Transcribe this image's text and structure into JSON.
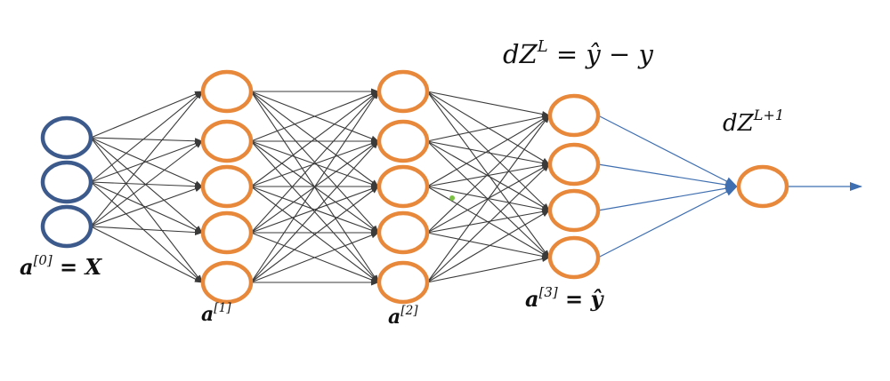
{
  "colors": {
    "input_node": "#3d5a8c",
    "hidden_node": "#e8883a",
    "edge": "#3a3a3a",
    "output_edge": "#3f6fb0",
    "marker": "#7ac043"
  },
  "layers": [
    {
      "name": "input",
      "nodes": 3
    },
    {
      "name": "hidden-1",
      "nodes": 5
    },
    {
      "name": "hidden-2",
      "nodes": 5
    },
    {
      "name": "hidden-3",
      "nodes": 4
    },
    {
      "name": "output",
      "nodes": 1
    }
  ],
  "labels": {
    "a0": {
      "base": "a",
      "sup": "[0]",
      "rest": " = X"
    },
    "a1": {
      "base": "a",
      "sup": "[1]"
    },
    "a2": {
      "base": "a",
      "sup": "[2]"
    },
    "a3": {
      "base": "a",
      "sup": "[3]",
      "rest": " = ŷ"
    },
    "dzl": {
      "base": "dZ",
      "sup": "L",
      "rest": " = ŷ − y"
    },
    "dzl1": {
      "base": "dZ",
      "sup": "L+1"
    }
  }
}
